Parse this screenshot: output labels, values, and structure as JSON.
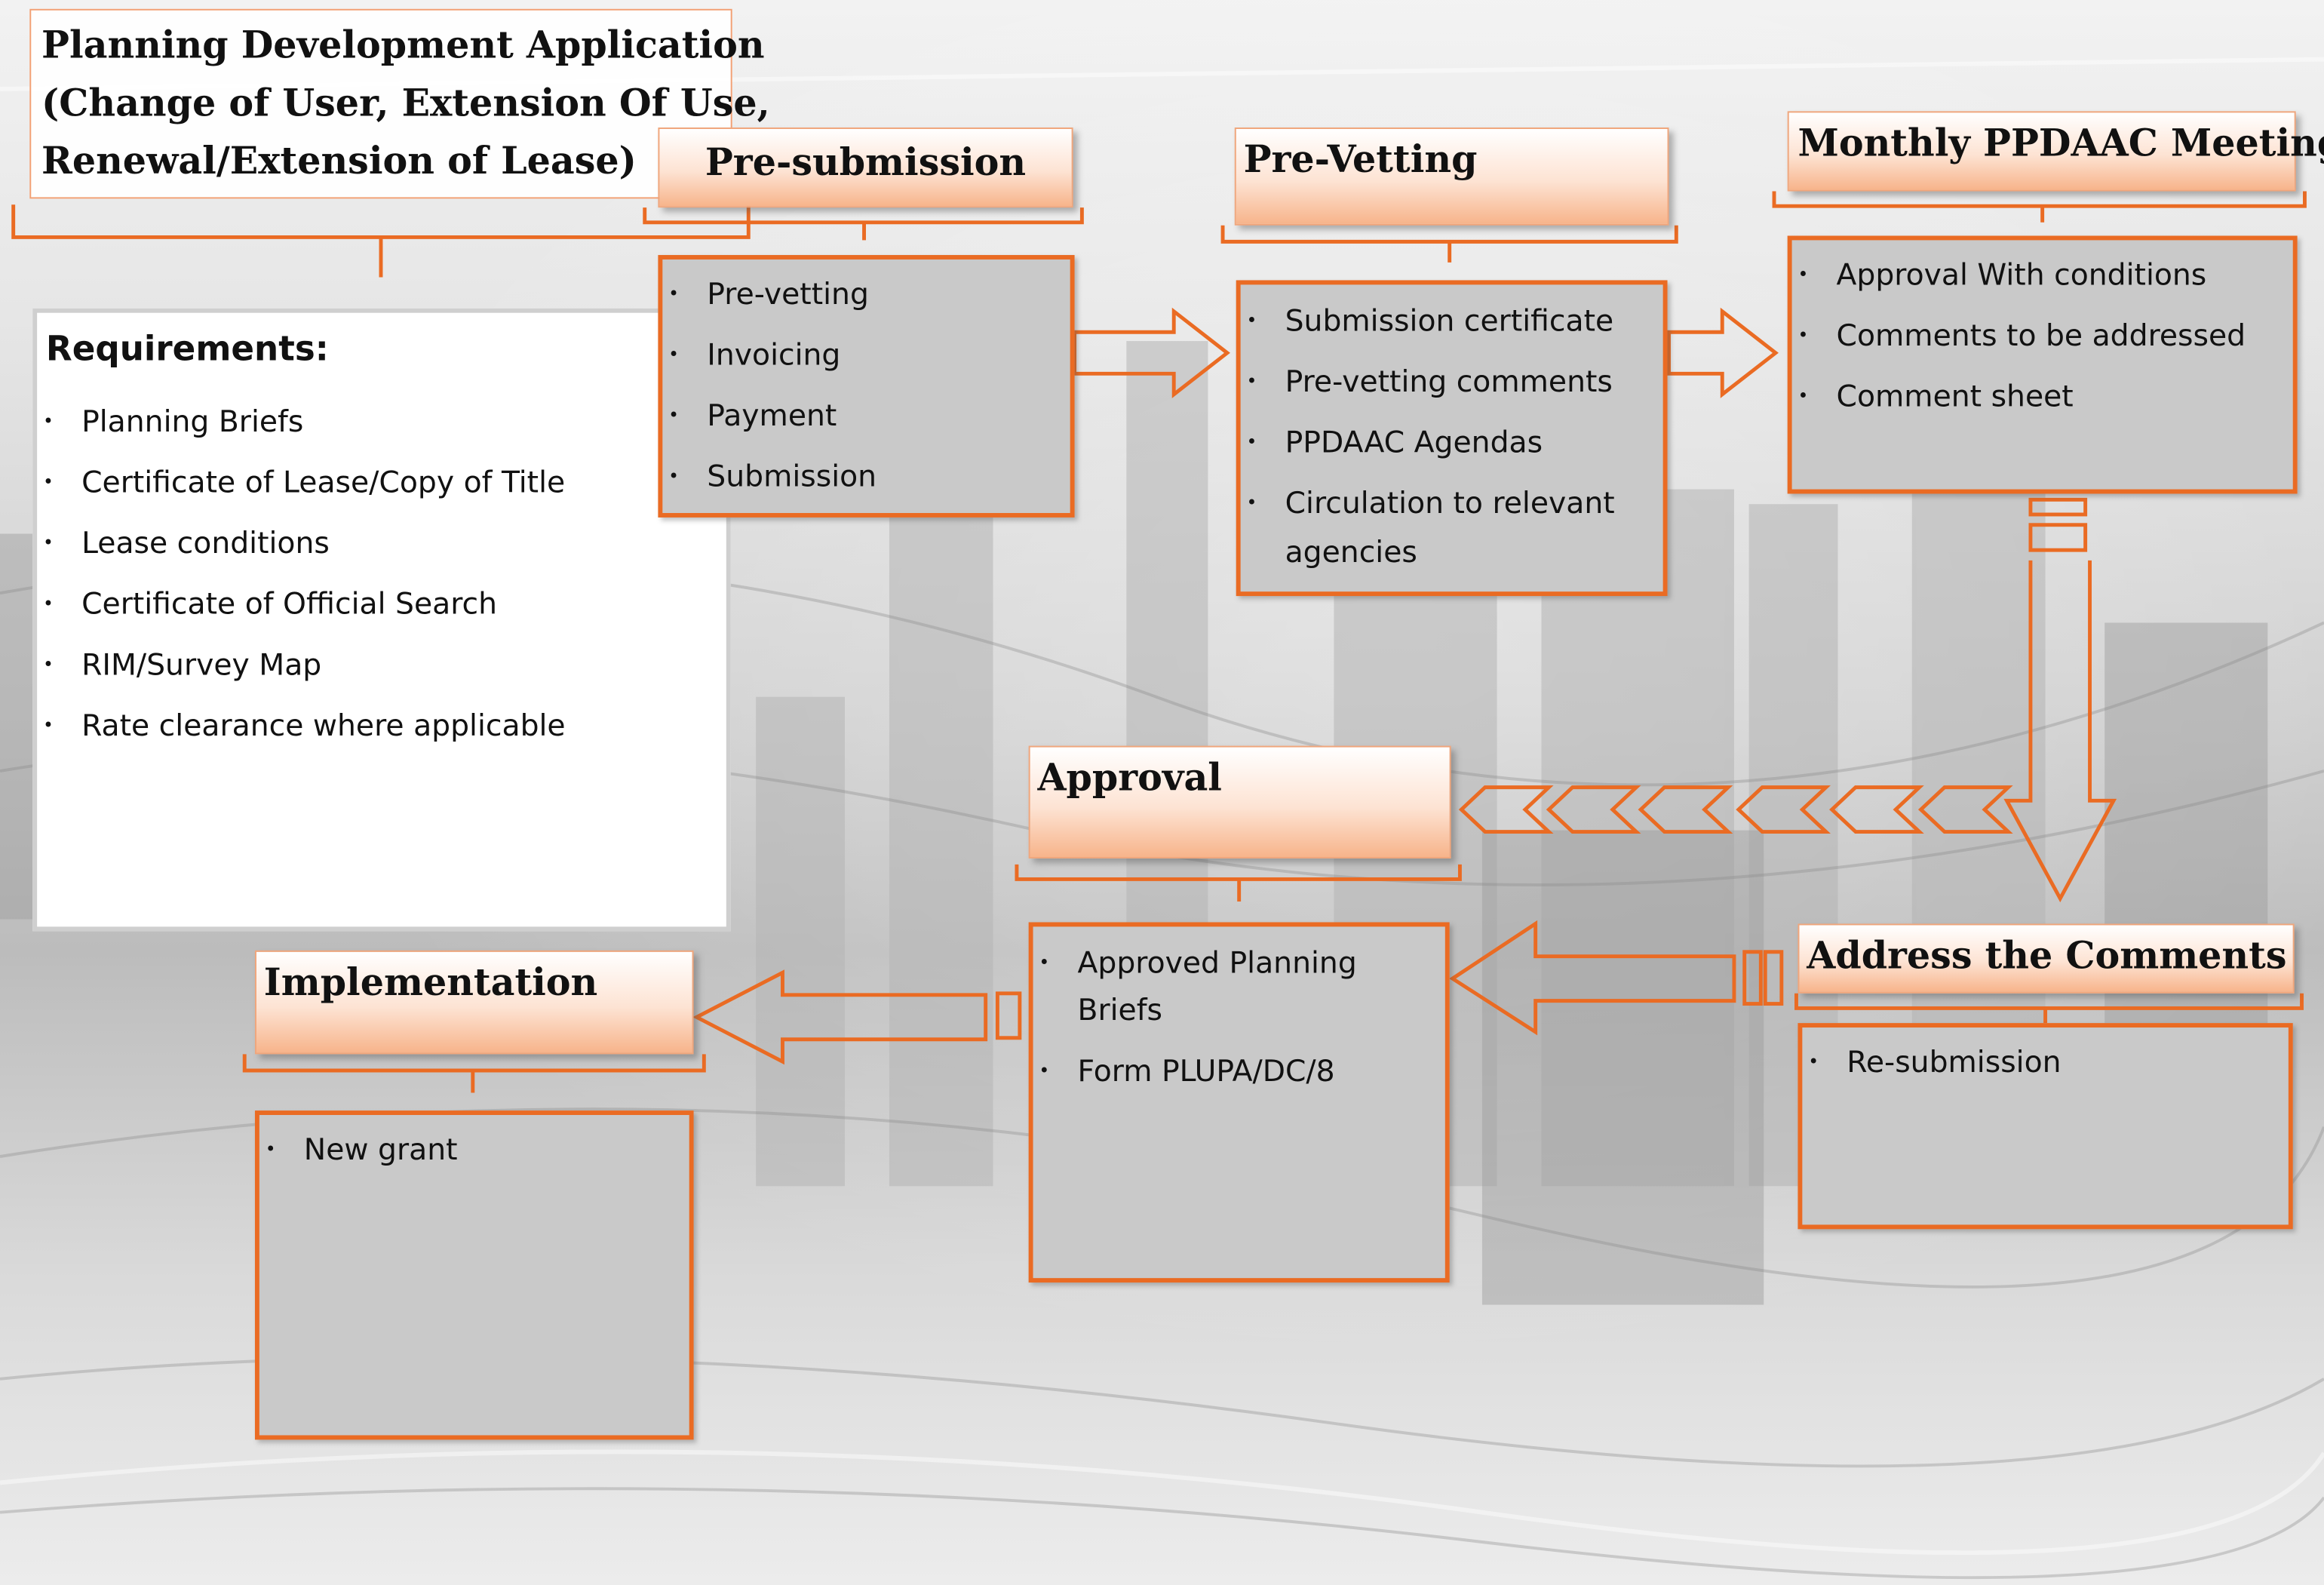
{
  "diagram": {
    "title_lines": [
      "Planning Development Application",
      "(Change of User, Extension Of Use,",
      "Renewal/Extension of Lease)"
    ],
    "requirements": {
      "heading": "Requirements:",
      "items": [
        "Planning Briefs",
        "Certificate of Lease/Copy of Title",
        "Lease conditions",
        "Certificate of Official Search",
        "RIM/Survey Map",
        "Rate clearance where applicable"
      ]
    },
    "stages": {
      "pre_submission": {
        "title": "Pre-submission",
        "items": [
          "Pre-vetting",
          "Invoicing",
          "Payment",
          "Submission"
        ]
      },
      "pre_vetting": {
        "title": "Pre-Vetting",
        "items": [
          "Submission certificate",
          "Pre-vetting comments",
          "PPDAAC Agendas",
          "Circulation to relevant agencies"
        ]
      },
      "monthly_meeting": {
        "title": "Monthly PPDAAC Meeting",
        "items": [
          "Approval With conditions",
          "Comments to be addressed",
          "Comment sheet"
        ]
      },
      "address_comments": {
        "title": "Address the Comments",
        "items": [
          "Re-submission"
        ]
      },
      "approval": {
        "title": "Approval",
        "items": [
          "Approved Planning Briefs",
          "Form PLUPA/DC/8"
        ]
      },
      "implementation": {
        "title": "Implementation",
        "items": [
          "New grant"
        ]
      }
    },
    "colors": {
      "accent": "#ea6b23",
      "box_fill": "#c9c9c9",
      "heading_gradient_end": "#f7b48b"
    }
  }
}
